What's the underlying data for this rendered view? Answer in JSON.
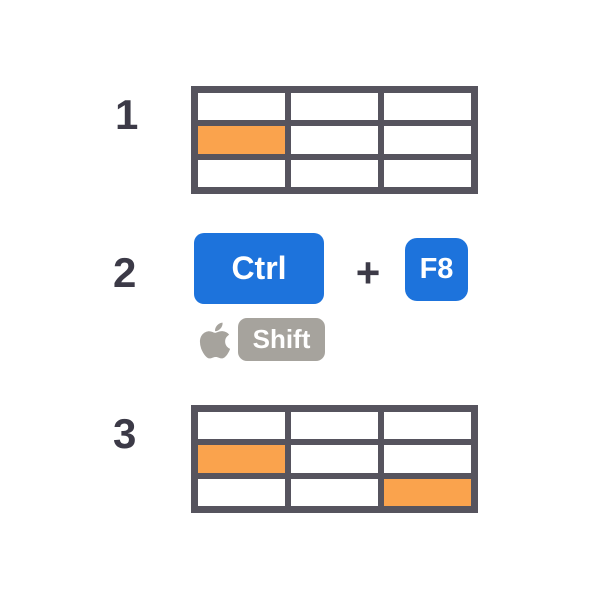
{
  "colors": {
    "background": "#FFFFFF",
    "grid_border": "#56545E",
    "cell_white": "#FFFFFF",
    "highlight_orange": "#FAA34D",
    "key_blue": "#1D73DC",
    "key_gray": "#A6A39D",
    "key_text": "#FFFFFF",
    "text_dark": "#3C3A47"
  },
  "steps": [
    {
      "number": "1",
      "table": {
        "rows": 3,
        "cols": 3,
        "highlighted_cells": [
          {
            "row": 1,
            "col": 0
          }
        ]
      }
    },
    {
      "number": "2",
      "separator": "+",
      "keys": [
        {
          "label": "Ctrl",
          "style": "blue"
        },
        {
          "label": "F8",
          "style": "blue"
        }
      ],
      "mac_alternative": {
        "icon": "apple-logo",
        "key_label": "Shift",
        "style": "gray"
      }
    },
    {
      "number": "3",
      "table": {
        "rows": 3,
        "cols": 3,
        "highlighted_cells": [
          {
            "row": 1,
            "col": 0
          },
          {
            "row": 2,
            "col": 2
          }
        ]
      }
    }
  ]
}
